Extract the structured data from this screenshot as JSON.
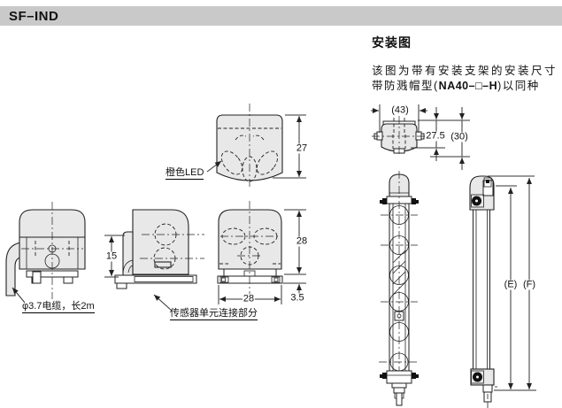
{
  "page": {
    "header": {
      "title": "SF–IND"
    }
  },
  "info": {
    "heading": "安装图",
    "line1": "该图为带有安装支架的安装尺寸",
    "line2": {
      "prefix": "带防溅帽型(",
      "model": "NA40–□–H",
      "suffix": ")以同种"
    }
  },
  "annotations": {
    "orange_led": "橙色LED",
    "cable": "φ3.7电缆，长2m",
    "sensor_connection": "传感器单元连接部分"
  },
  "dimensions": {
    "top_view_height": "27",
    "side_step_height": "15",
    "front_height": "28",
    "front_width": "28",
    "base_height": "3.5",
    "bracket_width": "(43)",
    "bracket_height": "27.5",
    "bracket_total_height": "(30)",
    "beam_length": "(E)",
    "total_length": "(F)"
  },
  "colors": {
    "header_bg": "#c9c9c9",
    "part_fill": "#e8e8e8",
    "line": "#222222",
    "dim": "#333333"
  }
}
